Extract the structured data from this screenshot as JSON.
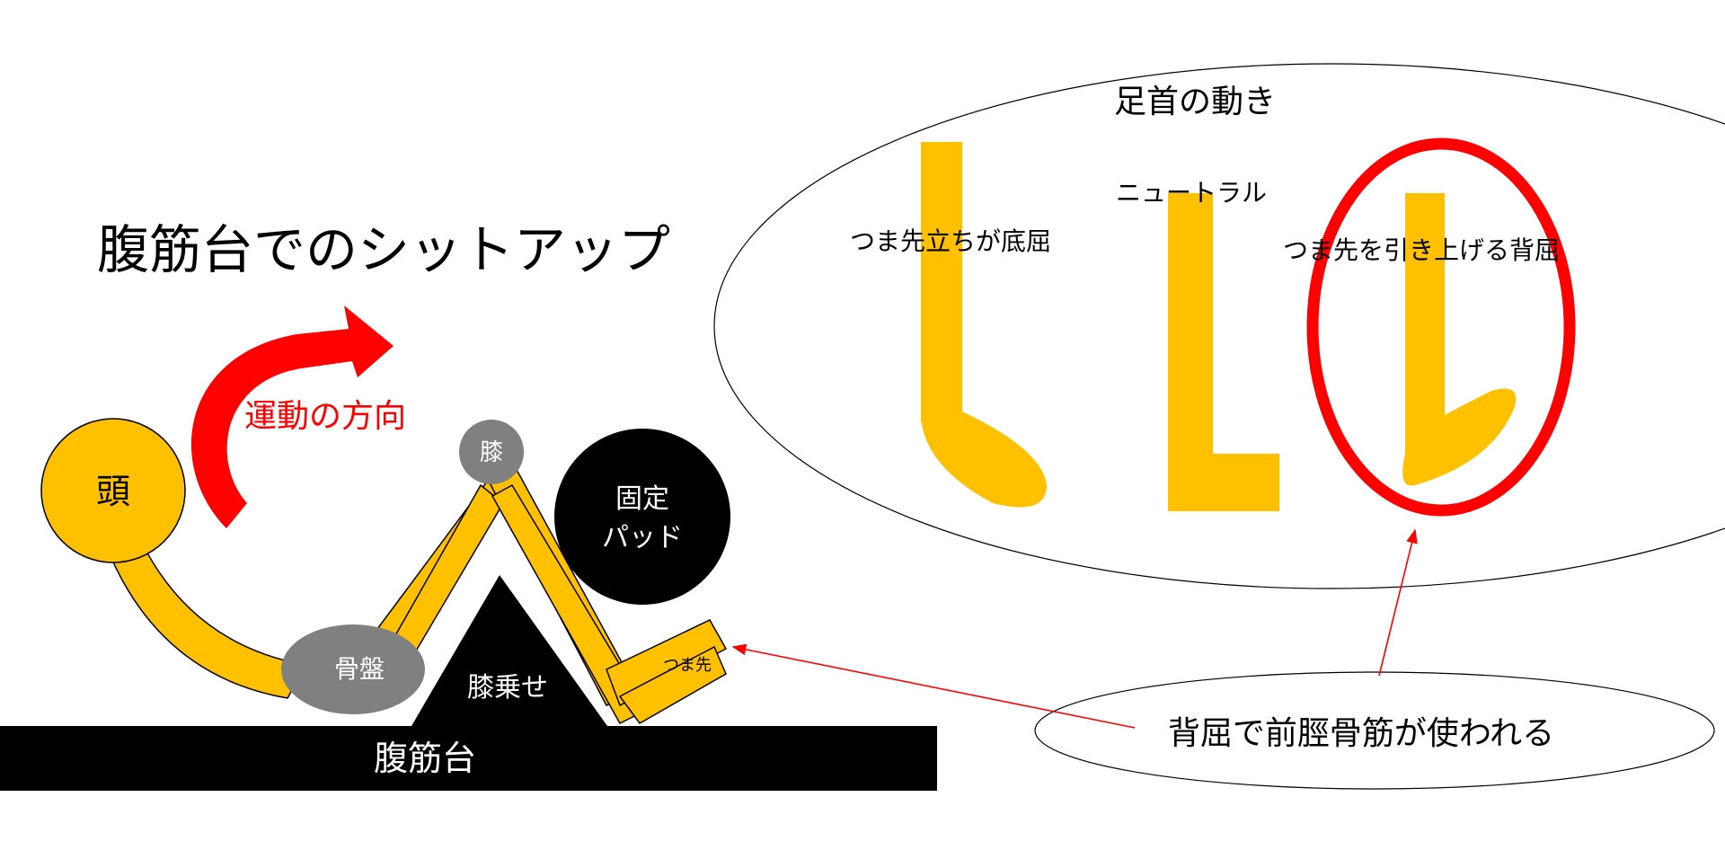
{
  "title": "腹筋台でのシットアップ",
  "motion_label": "運動の方向",
  "labels": {
    "head": "頭",
    "knee": "膝",
    "pad_line1": "固定",
    "pad_line2": "パッド",
    "pelvis": "骨盤",
    "knee_rest": "膝乗せ",
    "toe": "つま先",
    "bench": "腹筋台"
  },
  "ankle": {
    "title": "足首の動き",
    "plantar": "つま先立ちが底屈",
    "neutral": "ニュートラル",
    "dorsi": "つま先を引き上げる背屈"
  },
  "note": "背屈で前脛骨筋が使われる",
  "colors": {
    "limb": "#FFC000",
    "accent": "#FF0000",
    "gray": "#808080",
    "black": "#000000"
  }
}
